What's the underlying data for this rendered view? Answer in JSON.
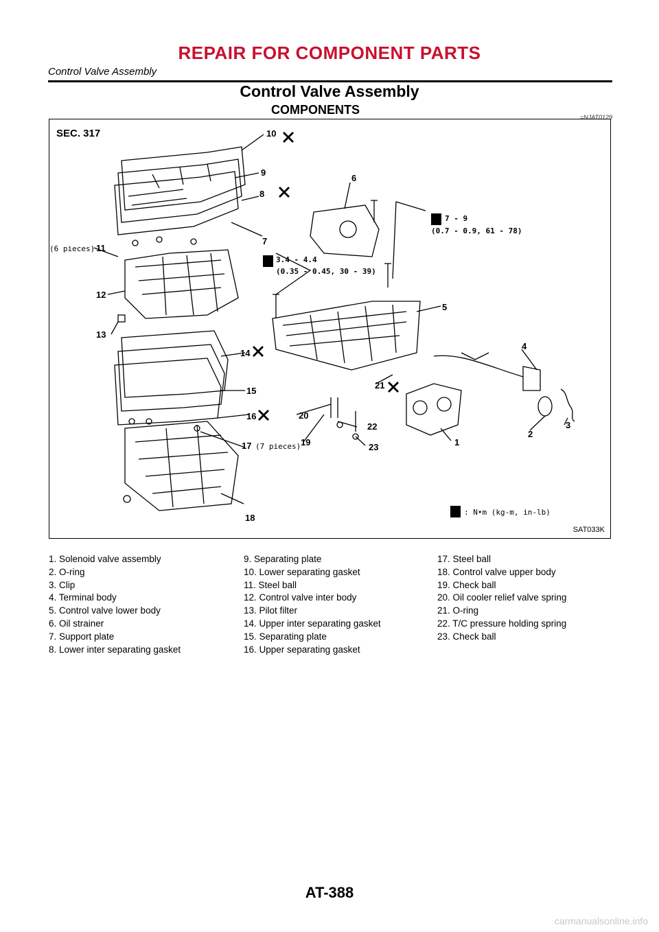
{
  "header": {
    "title": "REPAIR FOR COMPONENT PARTS",
    "subtitle": "Control Valve Assembly"
  },
  "section": {
    "title": "Control Valve Assembly",
    "subsection": "COMPONENTS",
    "ref_code": "=NJAT0129"
  },
  "figure": {
    "sec_label": "SEC. 317",
    "code": "SAT033K",
    "torque_a_line1": "7 - 9",
    "torque_a_line2": "(0.7 - 0.9, 61 - 78)",
    "torque_b_line1": "3.4 - 4.4",
    "torque_b_line2": "(0.35 - 0.45, 30 - 39)",
    "qty_11": "(6 pieces)",
    "qty_17": "(7 pieces)",
    "legend_units": ": N•m (kg-m, in-lb)",
    "callouts": {
      "c1": "1",
      "c2": "2",
      "c3": "3",
      "c4": "4",
      "c5": "5",
      "c6": "6",
      "c7": "7",
      "c8": "8",
      "c9": "9",
      "c10": "10",
      "c11": "11",
      "c12": "12",
      "c13": "13",
      "c14": "14",
      "c15": "15",
      "c16": "16",
      "c17": "17",
      "c18": "18",
      "c19": "19",
      "c20": "20",
      "c21": "21",
      "c22": "22",
      "c23": "23"
    }
  },
  "parts": {
    "col1": [
      "1. Solenoid valve assembly",
      "2. O-ring",
      "3. Clip",
      "4. Terminal body",
      "5. Control valve lower body",
      "6. Oil strainer",
      "7. Support plate",
      "8. Lower inter separating gasket"
    ],
    "col2": [
      "9. Separating plate",
      "10. Lower separating gasket",
      "11. Steel ball",
      "12. Control valve inter body",
      "13. Pilot filter",
      "14. Upper inter separating gasket",
      "15. Separating plate",
      "16. Upper separating gasket"
    ],
    "col3": [
      "17. Steel ball",
      "18. Control valve upper body",
      "19. Check ball",
      "20. Oil cooler relief valve spring",
      "21. O-ring",
      "22. T/C pressure holding spring",
      "23. Check ball"
    ]
  },
  "footer": {
    "page_number": "AT-388",
    "watermark": "carmanualsonline.info"
  }
}
